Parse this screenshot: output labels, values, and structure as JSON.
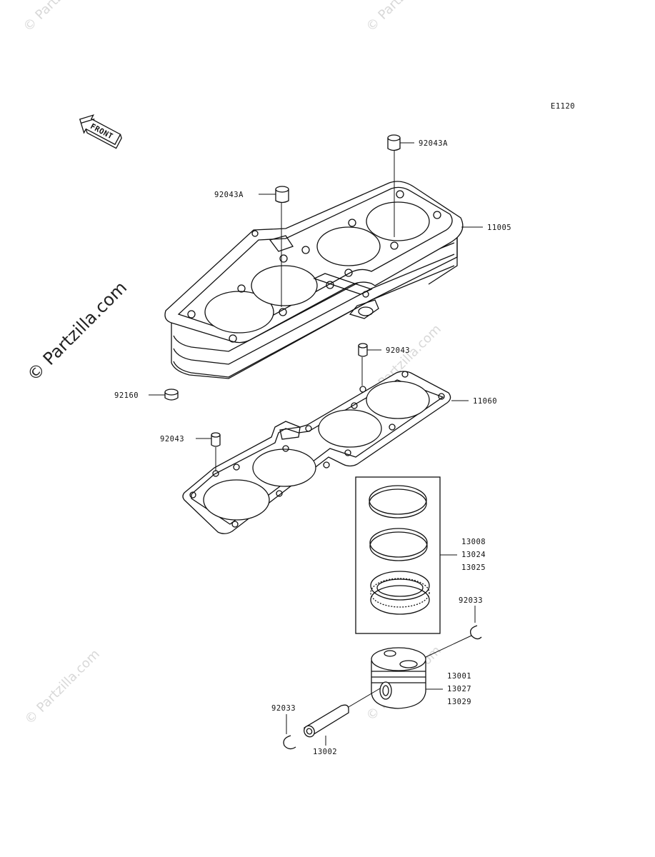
{
  "diagram": {
    "code": "E1120",
    "front_label": "FRONT",
    "watermark": "© Partzilla.com",
    "parts": {
      "p92043A_top": "92043A",
      "p92043A_left": "92043A",
      "p11005": "11005",
      "p92043_mid": "92043",
      "p92160": "92160",
      "p11060": "11060",
      "p92043_left": "92043",
      "p13008": "13008",
      "p13024": "13024",
      "p13025": "13025",
      "p92033_right": "92033",
      "p13001": "13001",
      "p13027": "13027",
      "p13029": "13029",
      "p92033_left": "92033",
      "p13002": "13002"
    }
  }
}
